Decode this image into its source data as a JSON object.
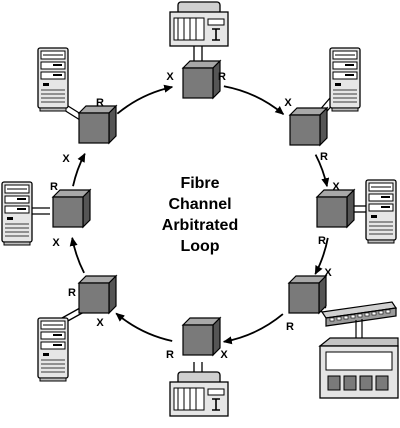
{
  "title_lines": [
    "Fibre",
    "Channel",
    "Arbitrated",
    "Loop"
  ],
  "ports": {
    "transmit": "X",
    "receive": "R"
  },
  "colors": {
    "hub": "#7a7a7a",
    "hub_top": "#a8a8a8",
    "hub_side": "#555555",
    "device": "#e4e4e4",
    "line": "#000000"
  },
  "nodes": [
    {
      "name": "node-top",
      "device": "printer"
    },
    {
      "name": "node-upper-right",
      "device": "tower-computer"
    },
    {
      "name": "node-right",
      "device": "tower-computer"
    },
    {
      "name": "node-lower-right",
      "device": "switch-and-storage"
    },
    {
      "name": "node-bottom",
      "device": "printer"
    },
    {
      "name": "node-lower-left",
      "device": "tower-computer"
    },
    {
      "name": "node-left",
      "device": "tower-computer"
    },
    {
      "name": "node-upper-left",
      "device": "tower-computer"
    }
  ]
}
